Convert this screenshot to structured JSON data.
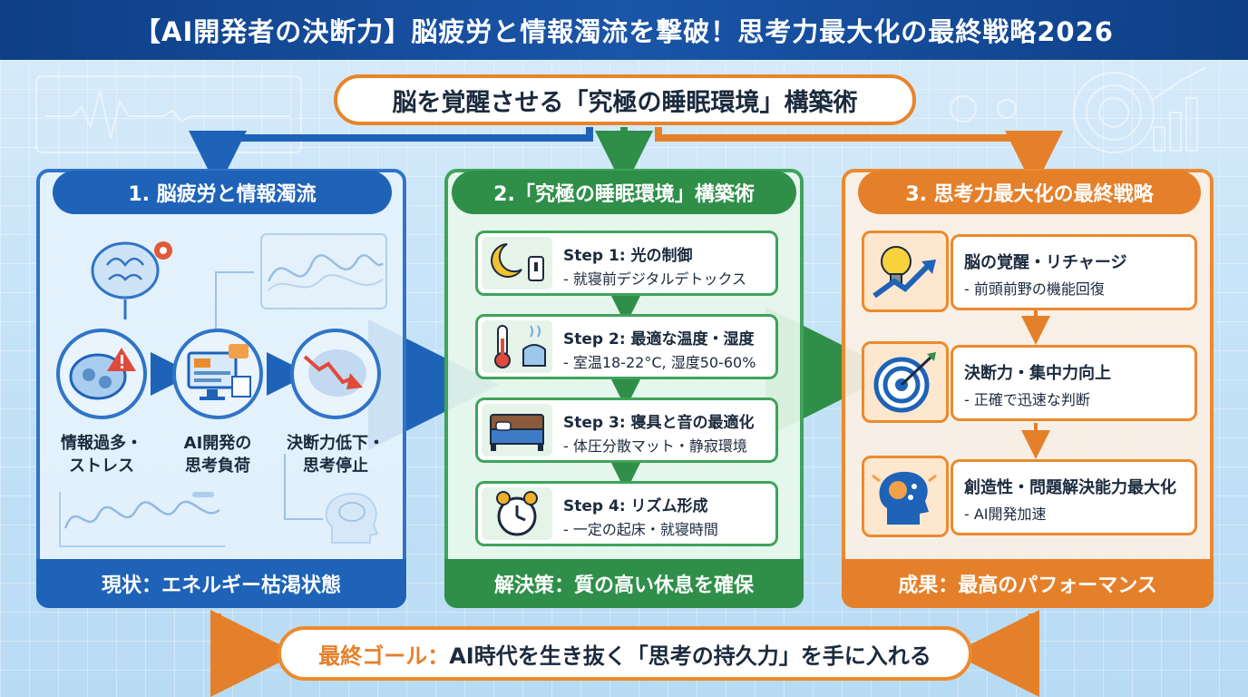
{
  "title": "【AI開発者の決断力】脳疲労と情報濁流を撃破！思考力最大化の最終戦略2026",
  "central_title": "脳を覚醒させる「究極の睡眠環境」構築術",
  "colors": {
    "blue": "#1e63b8",
    "green": "#2f8f49",
    "orange": "#e5802a",
    "navy": "#0e3f86"
  },
  "panels": {
    "problem": {
      "title": "1. 脳疲労と情報濁流",
      "items": [
        {
          "label": "情報過多・\nストレス",
          "icon": "stressed-brain-icon"
        },
        {
          "label": "AI開発の\n思考負荷",
          "icon": "computer-workload-icon"
        },
        {
          "label": "決断力低下・\n思考停止",
          "icon": "declining-brain-icon"
        }
      ],
      "footer": "現状：エネルギー枯渇状態"
    },
    "solution": {
      "title": "2.「究極の睡眠環境」構築術",
      "steps": [
        {
          "title": "Step 1: 光の制御",
          "detail": "- 就寝前デジタルデトックス",
          "icon": "moon-light-switch-icon"
        },
        {
          "title": "Step 2: 最適な温度・湿度",
          "detail": "- 室温18-22°C, 湿度50-60%",
          "icon": "thermometer-humidifier-icon"
        },
        {
          "title": "Step 3: 寝具と音の最適化",
          "detail": "- 体圧分散マット・静寂環境",
          "icon": "bed-icon"
        },
        {
          "title": "Step 4: リズム形成",
          "detail": "- 一定の起床・就寝時間",
          "icon": "alarm-clock-icon"
        }
      ],
      "footer": "解決策：質の高い休息を確保"
    },
    "result": {
      "title": "3. 思考力最大化の最終戦略",
      "items": [
        {
          "title": "脳の覚醒・リチャージ",
          "detail": "- 前頭前野の機能回復",
          "icon": "lightbulb-growth-icon"
        },
        {
          "title": "決断力・集中力向上",
          "detail": "- 正確で迅速な判断",
          "icon": "target-icon"
        },
        {
          "title": "創造性・問題解決能力最大化",
          "detail": "- AI開発加速",
          "icon": "creative-head-icon"
        }
      ],
      "footer": "成果：最高のパフォーマンス"
    }
  },
  "goal": {
    "label": "最終ゴール：",
    "text": "AI時代を生き抜く「思考の持久力」を手に入れる"
  }
}
